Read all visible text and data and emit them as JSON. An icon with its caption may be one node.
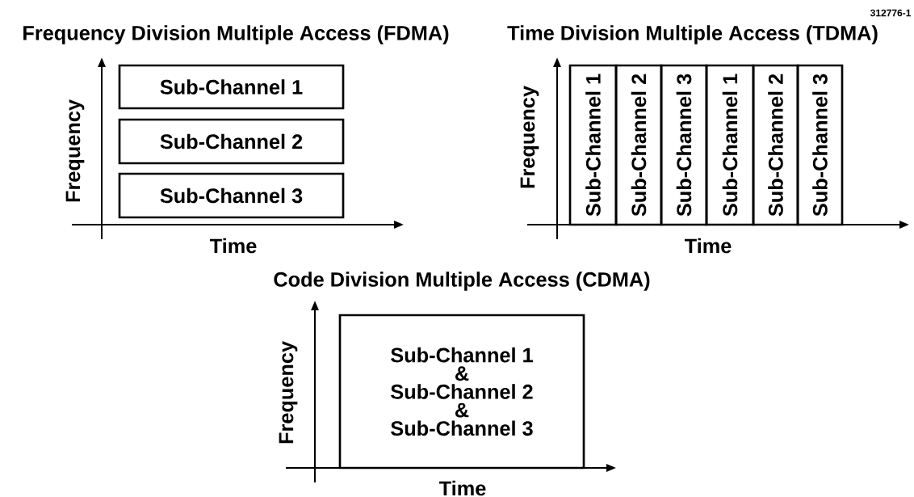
{
  "diagram": {
    "nodes": [
      {
        "text": [
          "Sub-Channel 1"
        ]
      },
      {
        "text": [
          "Sub-Channel 2"
        ]
      },
      {
        "text": [
          "Sub-Channel 3"
        ]
      },
      {
        "text": [
          "Sub-Channel 1"
        ]
      },
      {
        "text": [
          "Sub-Channel 2"
        ]
      },
      {
        "text": [
          "Sub-Channel 3"
        ]
      },
      {
        "text": [
          "Sub-Channel 1"
        ]
      },
      {
        "text": [
          "Sub-Channel 2"
        ]
      },
      {
        "text": [
          "Sub-Channel 3"
        ]
      },
      {
        "text": [
          "Sub-Channel 1",
          "&",
          "Sub-Channel 2",
          "&",
          "Sub-Channel 3"
        ]
      }
    ],
    "labels": [
      "312776-1",
      "Frequency Division Multiple Access (FDMA)",
      "Time Division Multiple Access (TDMA)",
      "Frequency",
      "Frequency",
      "Time",
      "Time",
      "Code Division Multiple Access (CDMA)",
      "Frequency",
      "Time"
    ]
  }
}
